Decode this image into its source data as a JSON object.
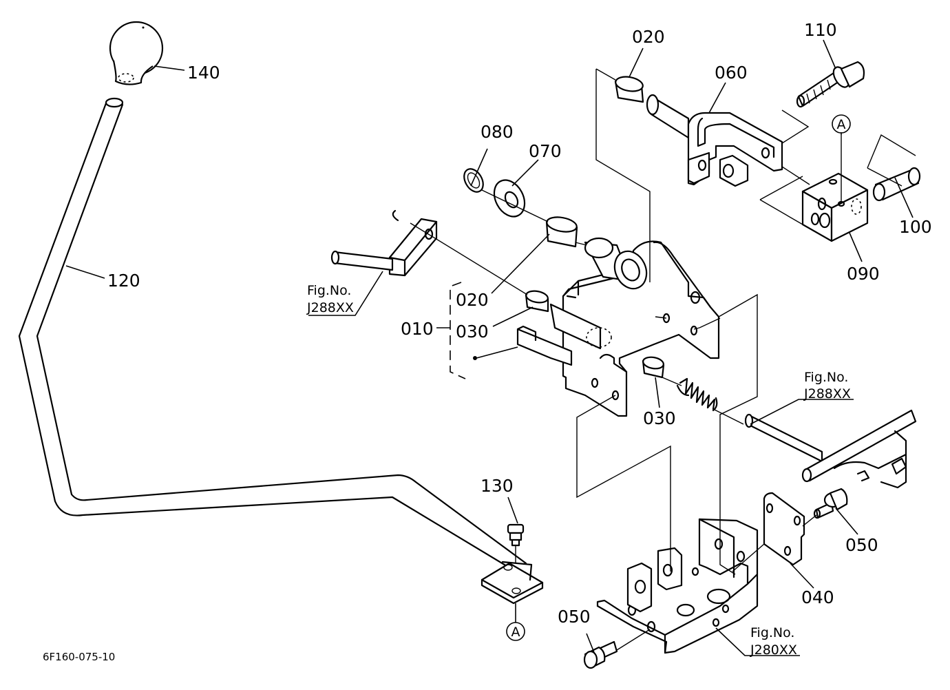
{
  "diagram_code": "6F160-075-10",
  "callout_marker": "A",
  "parts": {
    "p010": "010",
    "p020": "020",
    "p030": "030",
    "p040": "040",
    "p050": "050",
    "p060": "060",
    "p070": "070",
    "p080": "080",
    "p090": "090",
    "p100": "100",
    "p110": "110",
    "p120": "120",
    "p130": "130",
    "p140": "140"
  },
  "figure_refs": {
    "fig_label": "Fig.No.",
    "ref_j288": "J288XX",
    "ref_j280": "J280XX"
  }
}
